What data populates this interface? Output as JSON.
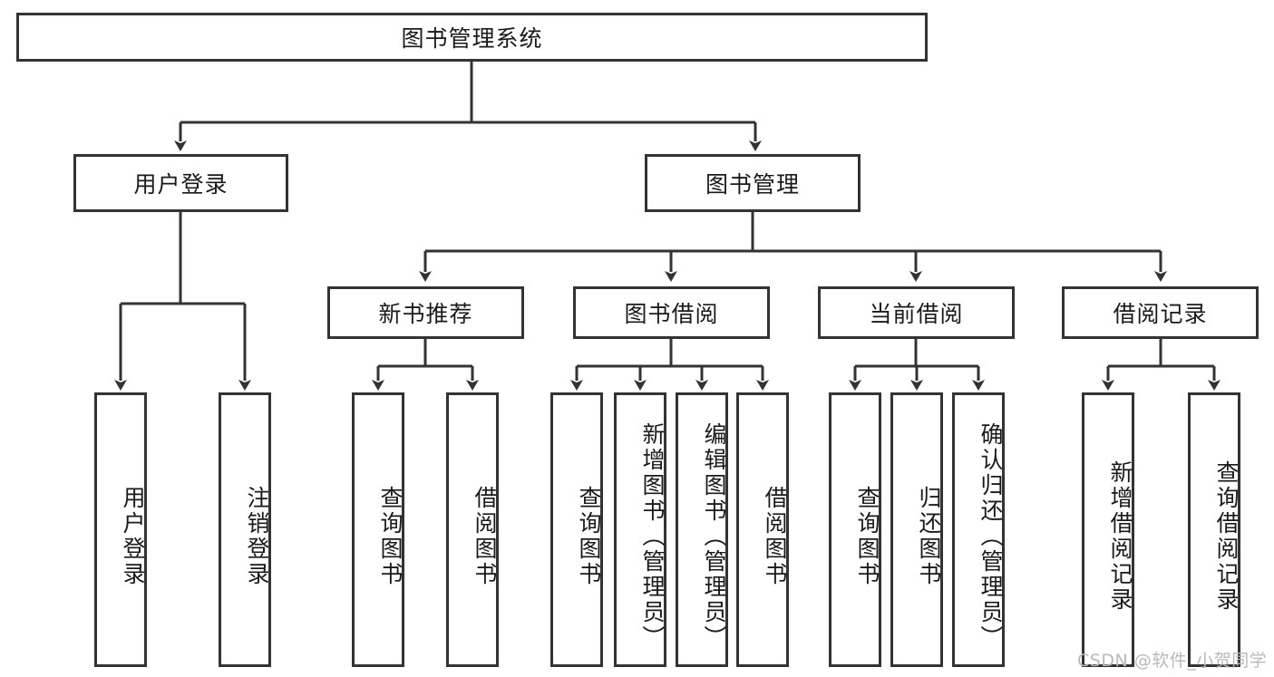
{
  "diagram": {
    "title": "图书管理系统",
    "type": "tree-hierarchy-chart",
    "watermark": "CSDN @软件_小贺同学",
    "colors": {
      "border": "#333333",
      "background": "#ffffff",
      "text": "#1a1a1a",
      "watermark": "#b9b9b9"
    },
    "nodes": {
      "root": "图书管理系统",
      "level2": {
        "user_login": "用户登录",
        "book_management": "图书管理"
      },
      "level3": {
        "new_book_recommend": "新书推荐",
        "book_borrow": "图书借阅",
        "current_borrow": "当前借阅",
        "borrow_record": "借阅记录"
      },
      "leaves": {
        "user_login_1": "用户登录",
        "user_login_2": "注销登录",
        "recommend_1": "查询图书",
        "recommend_2": "借阅图书",
        "borrow_1": "查询图书",
        "borrow_2": "新增图书（管理员）",
        "borrow_3": "编辑图书（管理员）",
        "borrow_4": "借阅图书",
        "current_1": "查询图书",
        "current_2": "归还图书",
        "current_3": "确认归还（管理员）",
        "record_1": "新增借阅记录",
        "record_2": "查询借阅记录"
      }
    }
  }
}
